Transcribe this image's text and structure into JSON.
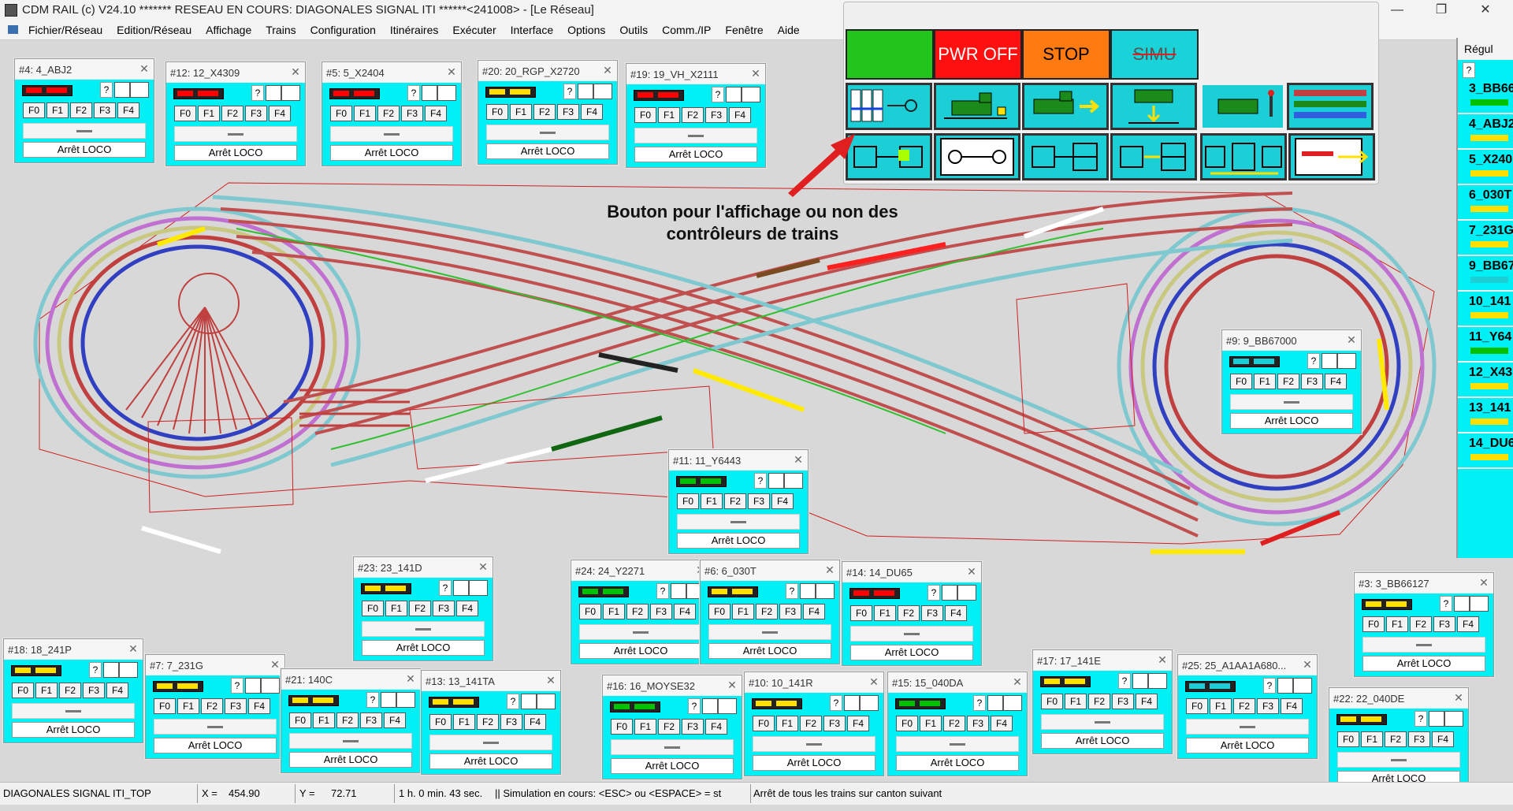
{
  "window": {
    "title": "CDM RAIL (c) V24.10       ******* RESEAU EN COURS: DIAGONALES SIGNAL ITI ******<241008> - [Le Réseau]",
    "min_glyph": "—",
    "max_glyph": "❐",
    "close_glyph": "✕"
  },
  "menu": [
    "Fichier/Réseau",
    "Edition/Réseau",
    "Affichage",
    "Trains",
    "Configuration",
    "Itinéraires",
    "Exécuter",
    "Interface",
    "Options",
    "Outils",
    "Comm./IP",
    "Fenêtre",
    "Aide"
  ],
  "control_panel": {
    "pwr_off": "PWR OFF",
    "stop": "STOP",
    "simu": "SIMU",
    "go_color": "#22c51c",
    "pwr_color": "#ff1010",
    "stop_color": "#ff7a10",
    "simu_color": "#19d3d8"
  },
  "annotation": "Bouton pour l'affichage ou non des contrôleurs de trains",
  "loco_labels": {
    "functions": [
      "F0",
      "F1",
      "F2",
      "F3",
      "F4"
    ],
    "help": "?",
    "stop": "Arrêt LOCO",
    "close": "✕"
  },
  "locos": [
    {
      "title": "#4: 4_ABJ2"
    },
    {
      "title": "#12: 12_X4309"
    },
    {
      "title": "#5: 5_X2404"
    },
    {
      "title": "#20: 20_RGP_X2720"
    },
    {
      "title": "#19: 19_VH_X2111"
    },
    {
      "title": "#9: 9_BB67000"
    },
    {
      "title": "#11: 11_Y6443"
    },
    {
      "title": "#23: 23_141D"
    },
    {
      "title": "#24: 24_Y2271"
    },
    {
      "title": "#6: 6_030T"
    },
    {
      "title": "#14: 14_DU65"
    },
    {
      "title": "#3: 3_BB66127"
    },
    {
      "title": "#18: 18_241P"
    },
    {
      "title": "#7: 7_231G"
    },
    {
      "title": "#21: 140C"
    },
    {
      "title": "#13: 13_141TA"
    },
    {
      "title": "#16: 16_MOYSE32"
    },
    {
      "title": "#10: 10_141R"
    },
    {
      "title": "#15: 15_040DA"
    },
    {
      "title": "#17: 17_141E"
    },
    {
      "title": "#25: 25_A1AA1A680..."
    },
    {
      "title": "#22: 22_040DE"
    }
  ],
  "regul_list": {
    "header": "Régul",
    "help": "?",
    "items": [
      "3_BB66",
      "4_ABJ2",
      "5_X240",
      "6_030T",
      "7_231G",
      "9_BB67",
      "10_141",
      "11_Y64",
      "12_X43",
      "13_141",
      "14_DU6"
    ]
  },
  "status": {
    "reseau": "DIAGONALES SIGNAL ITI_TOP",
    "x_label": "X =",
    "x_value": "454.90",
    "y_label": "Y =",
    "y_value": "72.71",
    "time": "1 h. 0 min. 43 sec.",
    "message": "|| Simulation en cours: <ESC> ou <ESPACE> = st",
    "action": "Arrêt de tous les trains sur canton suivant"
  }
}
